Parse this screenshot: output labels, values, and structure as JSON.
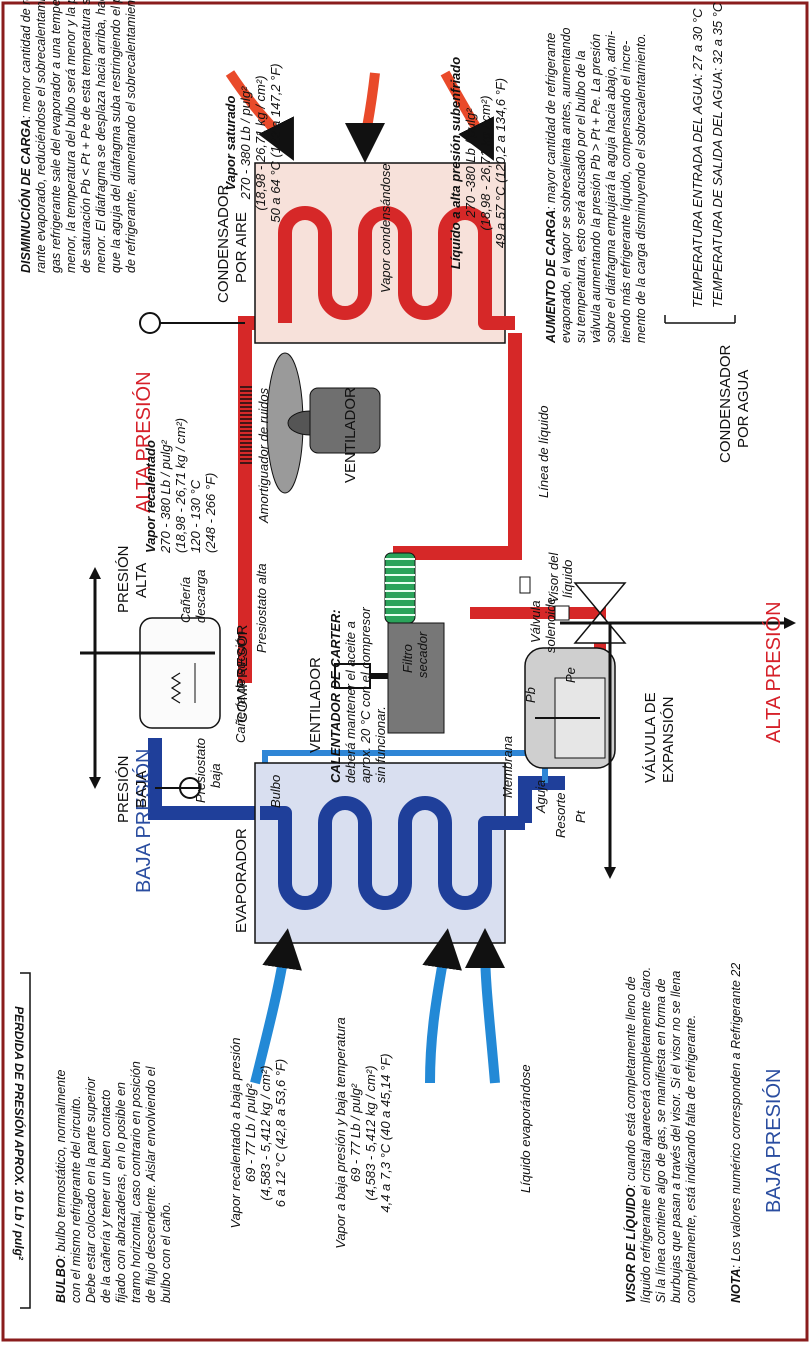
{
  "colors": {
    "frame": "#8a1d1d",
    "high_pressure_pipe": "#d62828",
    "low_pressure_pipe": "#1f3f9a",
    "bulb_line": "#2f86d6",
    "condenser_fill": "#f7e1da",
    "evaporator_fill": "#d9dff0",
    "heading_red": "#d6212a",
    "heading_blue": "#2a4da0"
  },
  "headings": {
    "alta_presion": "ALTA PRESIÓN",
    "baja_presion": "BAJA PRESIÓN"
  },
  "components": {
    "condensador": "CONDENSADOR",
    "por_aire": "POR AIRE",
    "evaporador": "EVAPORADOR",
    "ventilador": "VENTILADOR",
    "compresor": "COMPRESOR",
    "presion_alta": "PRESIÓN",
    "presion_alta_2": "ALTA",
    "presion_baja": "PRESIÓN",
    "presion_baja_2": "BAJA",
    "valvula_expansion": "VÁLVULA DE",
    "valvula_expansion_2": "EXPANSIÓN",
    "condensador_agua": "CONDENSADOR",
    "condensador_agua_2": "POR AGUA"
  },
  "labels": {
    "canieria_descarga_1": "Cañería",
    "canieria_descarga_2": "descarga",
    "presiostato_alta": "Presiostato alta",
    "presiostato_baja_1": "Presiostato",
    "presiostato_baja_2": "baja",
    "amortiguador": "Amortiguador de ruidos",
    "linea_liquido": "Línea de líquido",
    "visor_1": "Visor del",
    "visor_2": "líquido",
    "valvula_solenoide_1": "Válvula",
    "valvula_solenoide_2": "solenoide",
    "filtro_1": "Filtro",
    "filtro_2": "secador",
    "pb": "Pb",
    "pe": "Pe",
    "membrana": "Membrana",
    "aguja": "Aguja",
    "resorte": "Resorte",
    "pt": "Pt",
    "bulbo": "Bulbo",
    "canieria_succion": "Cañería de succión",
    "vapor_condensandose": "Vapor condensándose",
    "liquido_evaporandose": "Líquido evaporándose"
  },
  "vapor_saturado": {
    "title": "Vapor saturado",
    "l1": "270 - 380 Lb / pulg²",
    "l2": "(18,98 - 26,71 kg / cm²)",
    "l3": "50 a 64 °C (122 a 147,2 °F)"
  },
  "liquido_subenfriado": {
    "title": "Líquido a alta presión subenfriado",
    "l1": "270 -380 Lb / pulg²",
    "l2": "(18,98 - 26,71 kg / cm²)",
    "l3": "49 a 57 °C (120,2 a 134,6 °F)"
  },
  "vapor_recalentado": {
    "title": "Vapor recalentado",
    "l1": "270 - 380 Lb / pulg²",
    "l2": "(18,98 - 26,71 kg / cm²)",
    "l3": "120 - 130 °C",
    "l4": "(248 - 266 °F)"
  },
  "calentador": {
    "title": "CALENTADOR DE CARTER:",
    "l1": "deberá mantener el aceite a",
    "l2": "aprox. 20 °C con el compresor",
    "l3": "sin funcionar."
  },
  "vapor_recalentado_baja": {
    "l1": "Vapor recalentado a baja presión",
    "l2": "69 - 77 Lb / pulg²",
    "l3": "(4,583 - 5,412 kg / cm²)",
    "l4": "6 a 12 °C (42,8 a 53,6 °F)"
  },
  "vapor_baja_temp": {
    "l1": "Vapor a baja presión y baja temperatura",
    "l2": "69 - 77 Lb / pulg²",
    "l3": "(4,583 - 5,412 kg / cm²)",
    "l4": "4,4 a 7,3 °C (40 a 45,14 °F)"
  },
  "perdida": "PERDIDA DE PRESIÓN APROX. 10 Lb / pulg²",
  "disminucion": {
    "title": "DISMINUCIÓN DE CARGA",
    "l1": ": menor cantidad de refrige-",
    "l2": "rante evaporado, reduciéndose el sobrecalentamiento, el",
    "l3": "gas refrigerante sale del evaporador a una temperatura",
    "l4": "menor, la temperatura del bulbo será menor y la presión",
    "l5": "de saturación Pb < Pt + Pe de esta temperatura será",
    "l6": "menor. El diafragma se desplaza hacia arriba, haciendo",
    "l7": "que la aguja del diafragma suba restringiendo el paso",
    "l8": "de refrigerante, aumentando el sobrecalentamiento."
  },
  "aumento": {
    "title": "AUMENTO DE CARGA",
    "l1": ": mayor cantidad de refrigerante",
    "l2": "evaporado, el vapor se sobrecalienta antes, aumentando",
    "l3": "su temperatura, esto será acusado por el bulbo de la",
    "l4": "válvula aumentando la presión Pb > Pt + Pe. La presión",
    "l5": "sobre el diafragma empujará la aguja hacia abajo, admi-",
    "l6": "tiendo más refrigerante líquido, compensando el incre-",
    "l7": "mento de la carga disminuyendo el sobrecalentamiento."
  },
  "agua": {
    "entrada": "TEMPERATURA ENTRADA DEL AGUA:   27 a 30 °C",
    "salida": "TEMPERATURA DE SALIDA DEL AGUA:  32 a 35 °C"
  },
  "bulbo_note": {
    "title": "BULBO",
    "l1": ": bulbo termostático, normalmente",
    "l2": "con el mismo refrigerante del circuito.",
    "l3": "Debe estar colocado en la parte superior",
    "l4": "de la cañería y tener un buen contacto",
    "l5": "fijado con abrazaderas, en lo posible en",
    "l6": "tramo horizontal, caso contrario en posición",
    "l7": "de flujo descendente. Aislar envolviendo el",
    "l8": "bulbo con el caño."
  },
  "visor_note": {
    "title": "VISOR DE LÍQUIDO",
    "l1": ": cuando está completamente lleno de",
    "l2": "líquido refrigerante el cristal aparecerá completamente claro.",
    "l3": "Si la línea contiene algo de gas, se manifiesta en forma de",
    "l4": "burbujas que pasan a través del visor. Si el visor no se llena",
    "l5": "completamente, está indicando falta de refrigerante."
  },
  "nota": {
    "title": "NOTA",
    "text": ": Los valores numérico corresponden a Refrigerante 22"
  }
}
